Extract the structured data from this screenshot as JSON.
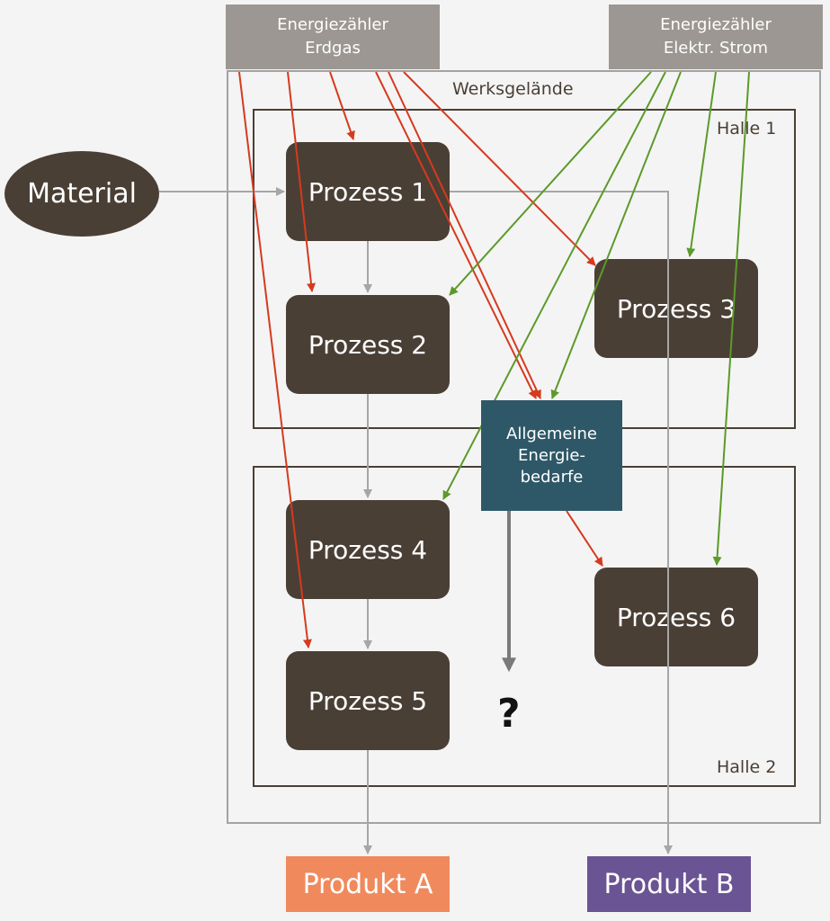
{
  "meters": {
    "gas": {
      "line1": "Energiezähler",
      "line2": "Erdgas"
    },
    "power": {
      "line1": "Energiezähler",
      "line2": "Elektr. Strom"
    }
  },
  "site_label": "Werksgelände",
  "halls": {
    "hall1": "Halle 1",
    "hall2": "Halle 2"
  },
  "material": "Material",
  "processes": {
    "p1": "Prozess 1",
    "p2": "Prozess 2",
    "p3": "Prozess 3",
    "p4": "Prozess 4",
    "p5": "Prozess 5",
    "p6": "Prozess 6"
  },
  "general": {
    "line1": "Allgemeine",
    "line2": "Energie-",
    "line3": "bedarfe"
  },
  "unknown_mark": "?",
  "products": {
    "a": "Produkt A",
    "b": "Produkt B"
  },
  "colors": {
    "gas_flow": "#d63a1e",
    "power_flow": "#5c9a2a",
    "material_flow": "#a6a6a6",
    "process": "#4a3f35",
    "general": "#2e5867",
    "product_a": "#f08a5d",
    "product_b": "#6a5494",
    "meter": "#9c9792"
  }
}
